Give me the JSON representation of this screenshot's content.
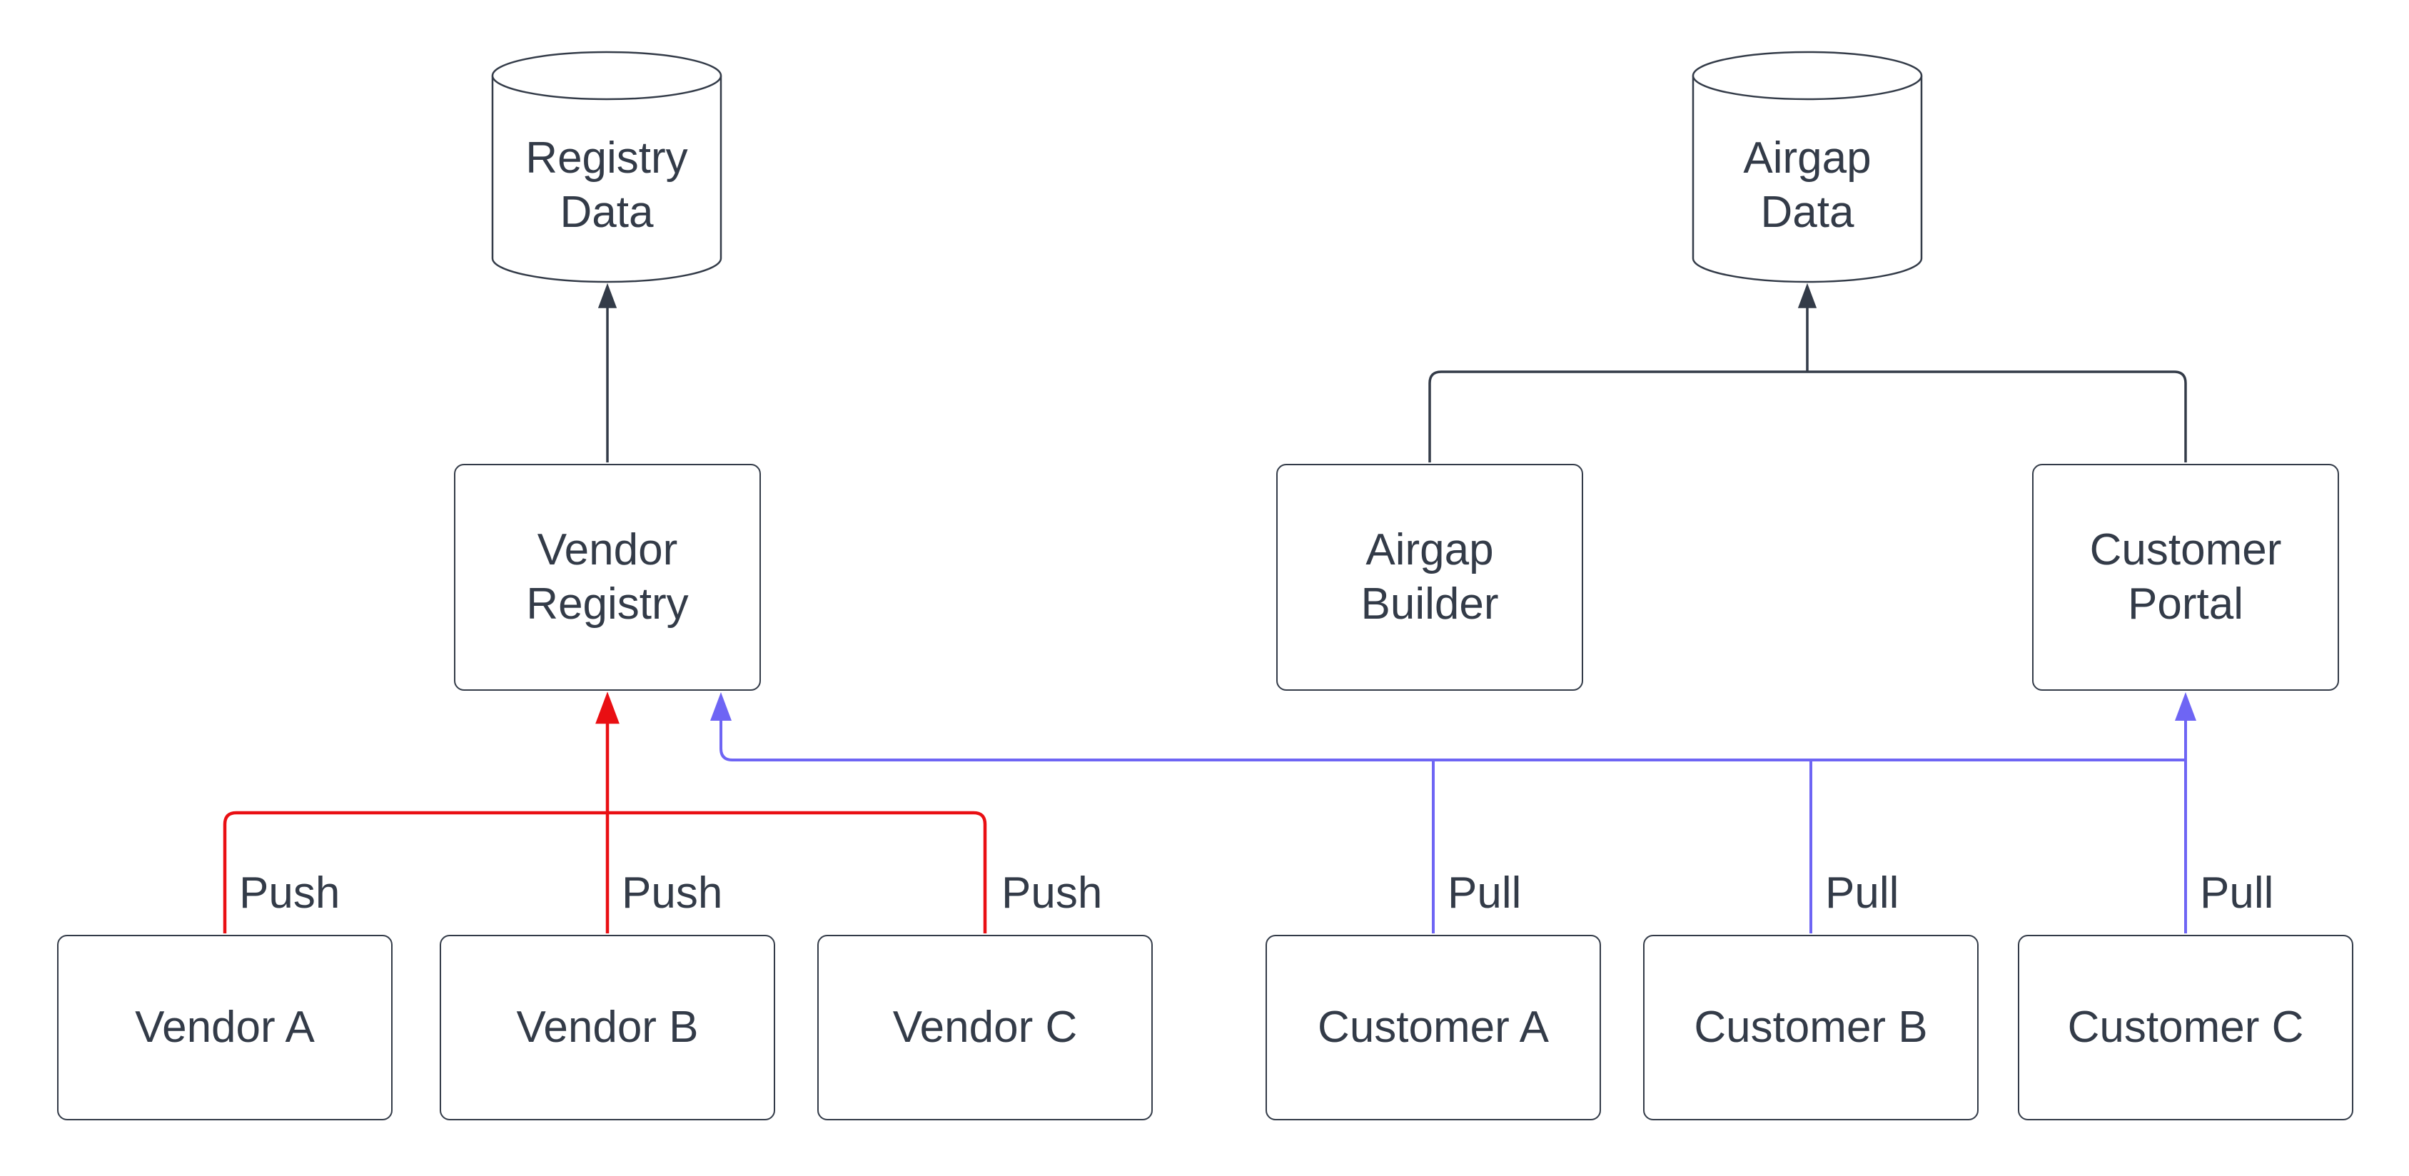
{
  "diagram": {
    "background": "#ffffff",
    "colors": {
      "node_border": "#333b48",
      "node_fill": "#ffffff",
      "text": "#333b48",
      "flow_dark": "#333b48",
      "flow_push": "#e90f13",
      "flow_pull": "#6e65f4"
    },
    "nodes": {
      "registry_data": {
        "label": "Registry\nData",
        "shape": "cylinder"
      },
      "airgap_data": {
        "label": "Airgap\nData",
        "shape": "cylinder"
      },
      "vendor_registry": {
        "label": "Vendor\nRegistry",
        "shape": "rect"
      },
      "airgap_builder": {
        "label": "Airgap\nBuilder",
        "shape": "rect"
      },
      "customer_portal": {
        "label": "Customer\nPortal",
        "shape": "rect"
      },
      "vendor_a": {
        "label": "Vendor A",
        "shape": "rect"
      },
      "vendor_b": {
        "label": "Vendor B",
        "shape": "rect"
      },
      "vendor_c": {
        "label": "Vendor C",
        "shape": "rect"
      },
      "customer_a": {
        "label": "Customer A",
        "shape": "rect"
      },
      "customer_b": {
        "label": "Customer B",
        "shape": "rect"
      },
      "customer_c": {
        "label": "Customer C",
        "shape": "rect"
      }
    },
    "edge_labels": {
      "vendor_a_push": "Push",
      "vendor_b_push": "Push",
      "vendor_c_push": "Push",
      "customer_a_pull": "Pull",
      "customer_b_pull": "Pull",
      "customer_c_pull": "Pull"
    },
    "edges": [
      {
        "from": "vendor_registry",
        "to": "registry_data",
        "style": "dark",
        "label": ""
      },
      {
        "from": "airgap_builder",
        "to": "airgap_data",
        "style": "dark",
        "label": ""
      },
      {
        "from": "customer_portal",
        "to": "airgap_data",
        "style": "dark",
        "label": ""
      },
      {
        "from": "vendor_a",
        "to": "vendor_registry",
        "style": "push-red",
        "label": "Push"
      },
      {
        "from": "vendor_b",
        "to": "vendor_registry",
        "style": "push-red",
        "label": "Push"
      },
      {
        "from": "vendor_c",
        "to": "vendor_registry",
        "style": "push-red",
        "label": "Push"
      },
      {
        "from": "customer_a",
        "to": "vendor_registry",
        "style": "pull-blue",
        "label": "Pull"
      },
      {
        "from": "customer_b",
        "to": "vendor_registry",
        "style": "pull-blue",
        "label": "Pull"
      },
      {
        "from": "customer_c",
        "to": "vendor_registry",
        "style": "pull-blue",
        "label": "Pull"
      },
      {
        "from": "customer_c",
        "to": "customer_portal",
        "style": "pull-blue",
        "label": "Pull"
      }
    ]
  }
}
